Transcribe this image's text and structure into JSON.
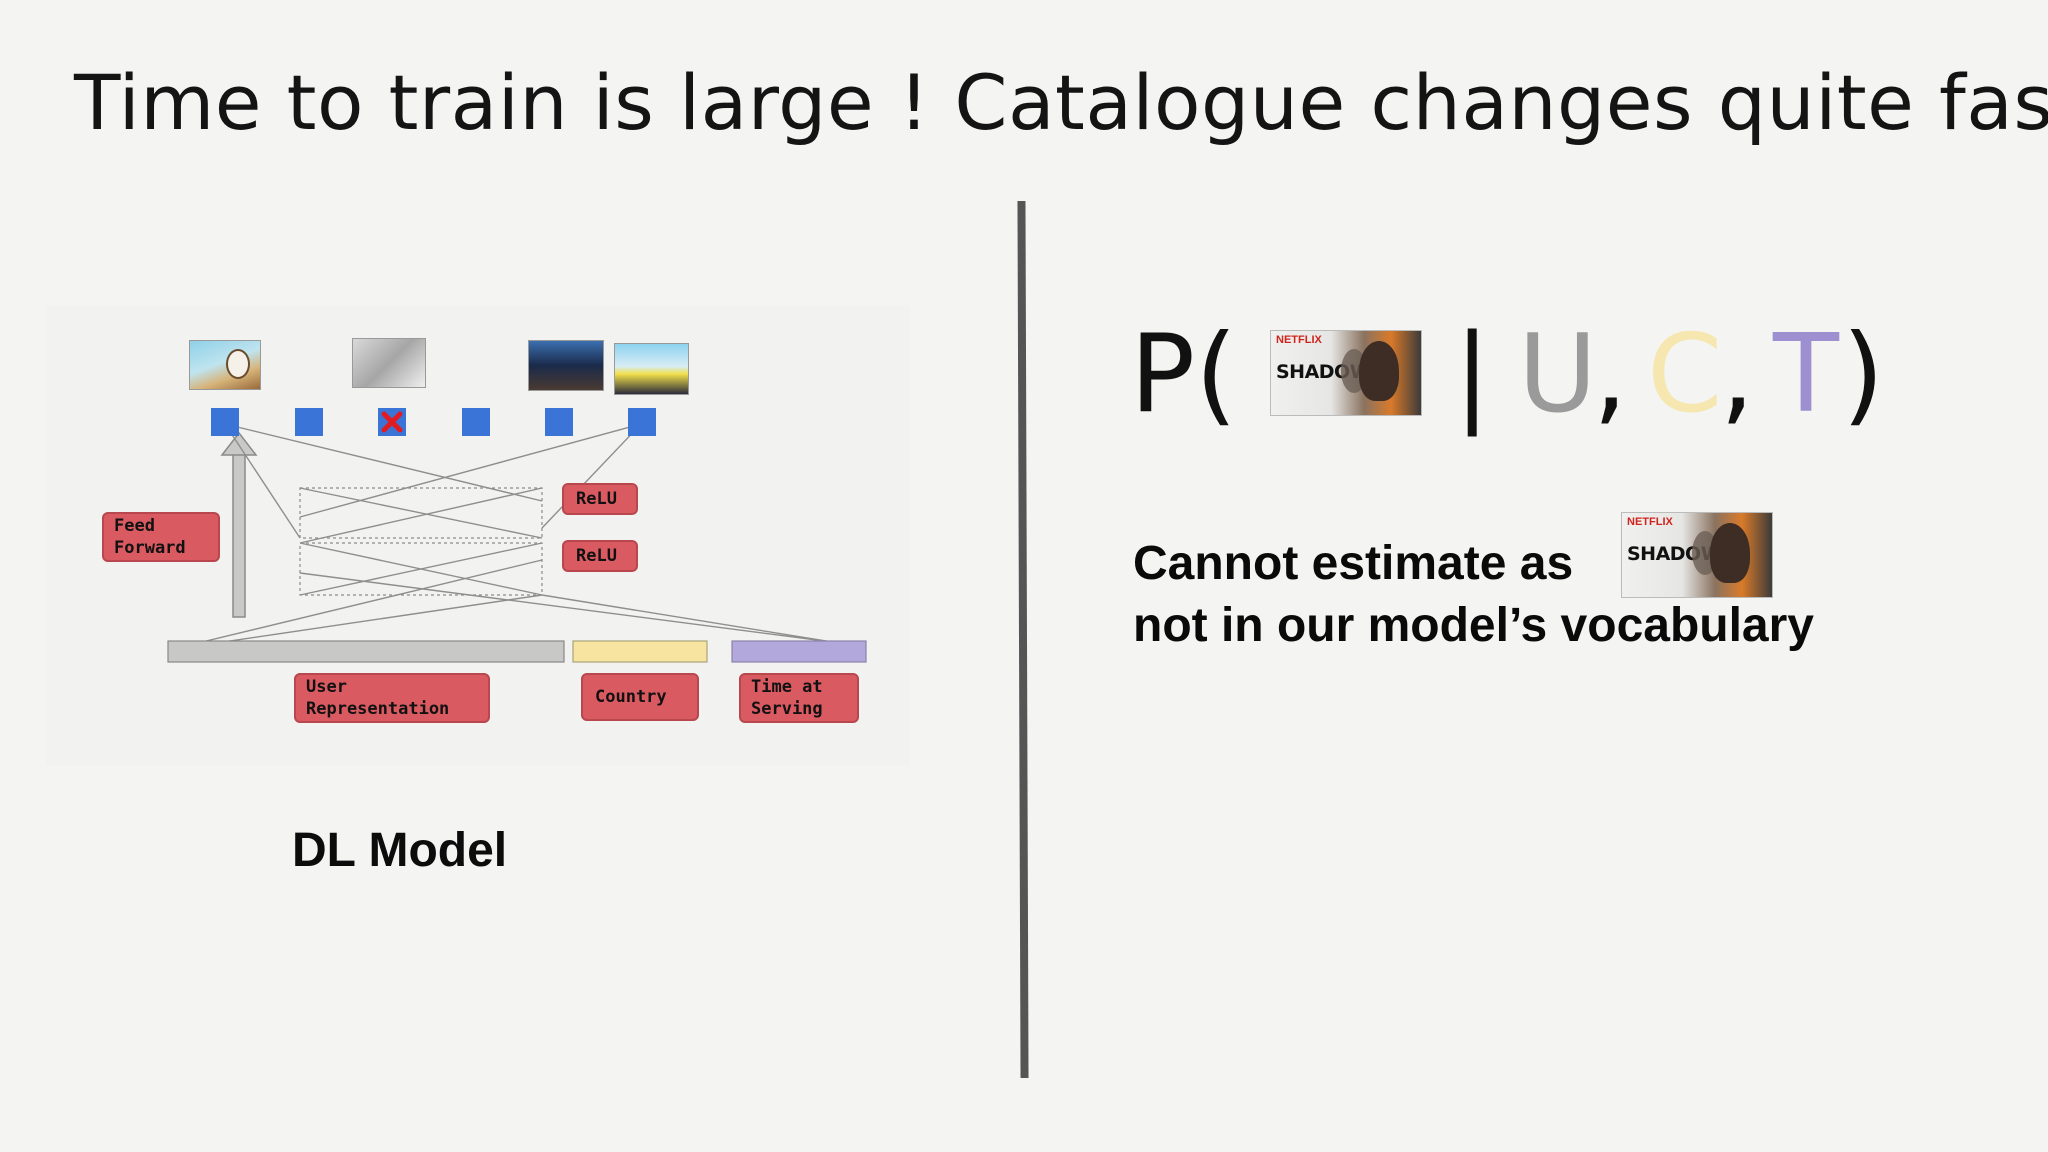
{
  "slide": {
    "title": "Time to train is large ! Catalogue changes quite fast"
  },
  "diagram": {
    "labels": {
      "feed_forward": "Feed\nForward",
      "relu_top": "ReLU",
      "relu_bottom": "ReLU",
      "user_representation": "User\nRepresentation",
      "country": "Country",
      "time_at_serving": "Time at\nServing"
    },
    "caption": "DL Model",
    "colors": {
      "output_node": "#3a74d6",
      "label_box": "#d95a61",
      "user_bar": "#c8c8c6",
      "country_bar": "#f6e4a0",
      "time_bar": "#b3a8dc",
      "removed_marker": "#e11b22"
    }
  },
  "formula": {
    "prefix": "P(",
    "bar": "|",
    "u": "U",
    "comma1": ",",
    "c": "C",
    "comma2": ",",
    "t": "T",
    "close": ")",
    "colors": {
      "u": "#9a9a9a",
      "c": "#f6e7b0",
      "t": "#9d8fd0"
    }
  },
  "poster": {
    "brand": "NETFLIX",
    "title": "SHADOW"
  },
  "note": {
    "line1": "Cannot estimate as",
    "line2": "not in our model’s vocabulary"
  }
}
